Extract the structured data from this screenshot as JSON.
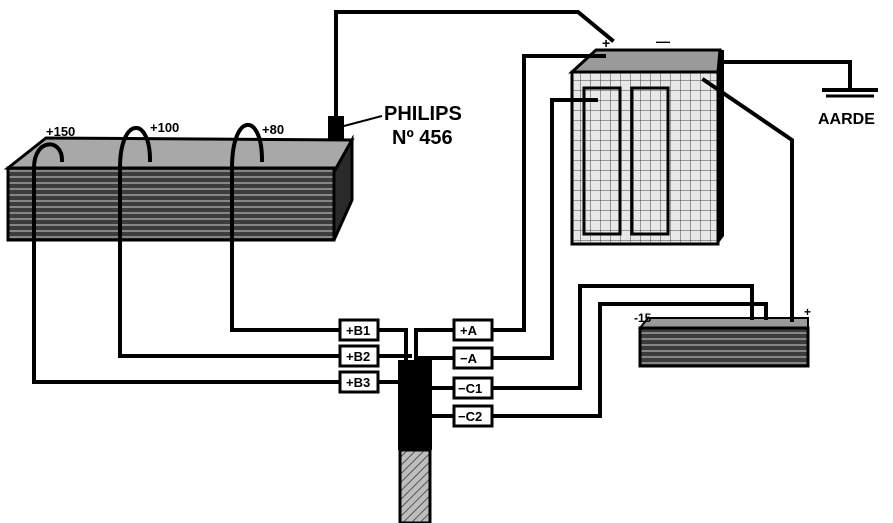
{
  "labels": {
    "tube_brand": "PHILIPS",
    "tube_number": "Nº 456",
    "ground": "AARDE",
    "tap_150": "+150",
    "tap_100": "+100",
    "tap_80": "+80",
    "grid_bias": "-15",
    "accu_plus": "+",
    "accu_minus": "—",
    "bias_plus": "+"
  },
  "terminals": {
    "b1": "+B1",
    "b2": "+B2",
    "b3": "+B3",
    "a_plus": "+A",
    "a_minus": "−A",
    "c1": "−C1",
    "c2": "−C2"
  },
  "colors": {
    "ink": "#000000",
    "paper": "#ffffff",
    "battery_fill": "#3a3a3a",
    "battery_top": "#9a9a9a",
    "cable_braid": "#8a8a8a"
  }
}
